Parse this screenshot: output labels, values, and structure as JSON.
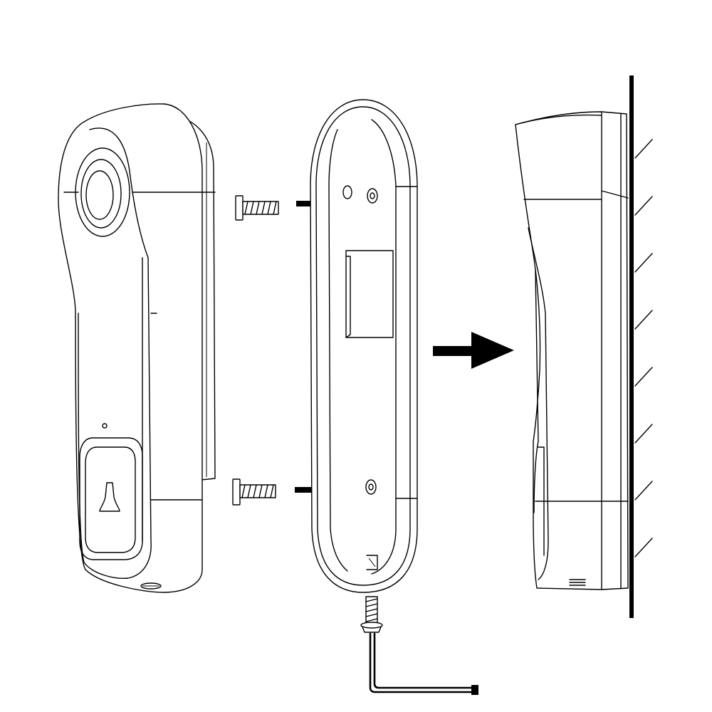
{
  "diagram": {
    "description_steps": [
      "doorbell-front-view",
      "mounting-bracket",
      "mounted-side-view"
    ],
    "colors": {
      "line": "#000000",
      "background": "#ffffff"
    },
    "icons": [
      "screw",
      "arrow-right",
      "allen-key",
      "wall-hatch"
    ]
  }
}
